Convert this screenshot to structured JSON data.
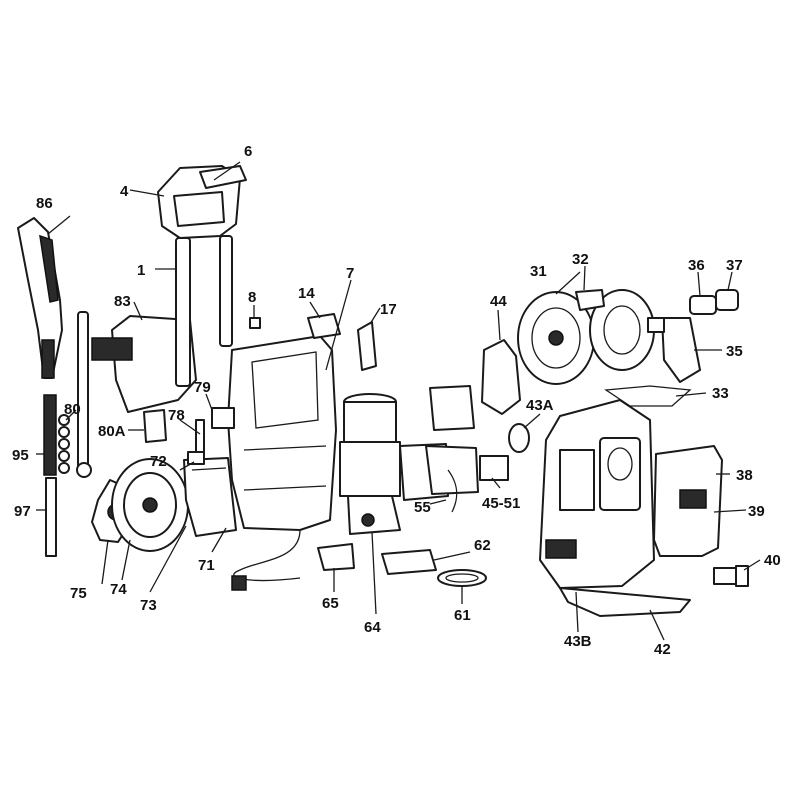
{
  "labels": [
    "1",
    "4",
    "6",
    "7",
    "8",
    "14",
    "17",
    "31",
    "32",
    "33",
    "35",
    "36",
    "37",
    "38",
    "39",
    "40",
    "42",
    "43A",
    "43B",
    "44",
    "45-51",
    "55",
    "61",
    "62",
    "64",
    "65",
    "71",
    "72",
    "73",
    "74",
    "75",
    "78",
    "79",
    "80",
    "80A",
    "83",
    "86",
    "95",
    "97"
  ]
}
